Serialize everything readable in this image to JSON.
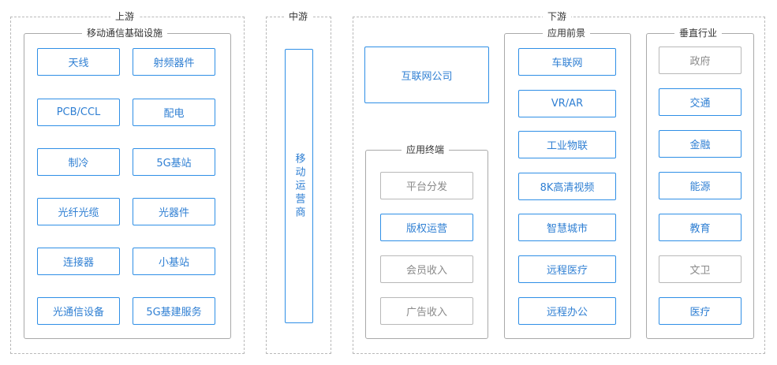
{
  "sections": {
    "upstream": "上游",
    "midstream": "中游",
    "downstream": "下游"
  },
  "groups": {
    "infra": "移动通信基础设施",
    "terminal": "应用终端",
    "scenarios": "应用前景",
    "verticals": "垂直行业"
  },
  "upstream_items": [
    "天线",
    "射频器件",
    "PCB/CCL",
    "配电",
    "制冷",
    "5G基站",
    "光纤光缆",
    "光器件",
    "连接器",
    "小基站",
    "光通信设备",
    "5G基建服务"
  ],
  "midstream_item": "移动运营商",
  "internet_company": "互联网公司",
  "terminal_items": [
    "平台分发",
    "版权运营",
    "会员收入",
    "广告收入"
  ],
  "scenario_items": [
    "车联网",
    "VR/AR",
    "工业物联",
    "8K高清视频",
    "智慧城市",
    "远程医疗",
    "远程办公"
  ],
  "vertical_items": [
    "政府",
    "交通",
    "金融",
    "能源",
    "教育",
    "文卫",
    "医疗"
  ],
  "colors": {
    "accent": "#2f8fe6",
    "muted": "#b8b8b8"
  }
}
